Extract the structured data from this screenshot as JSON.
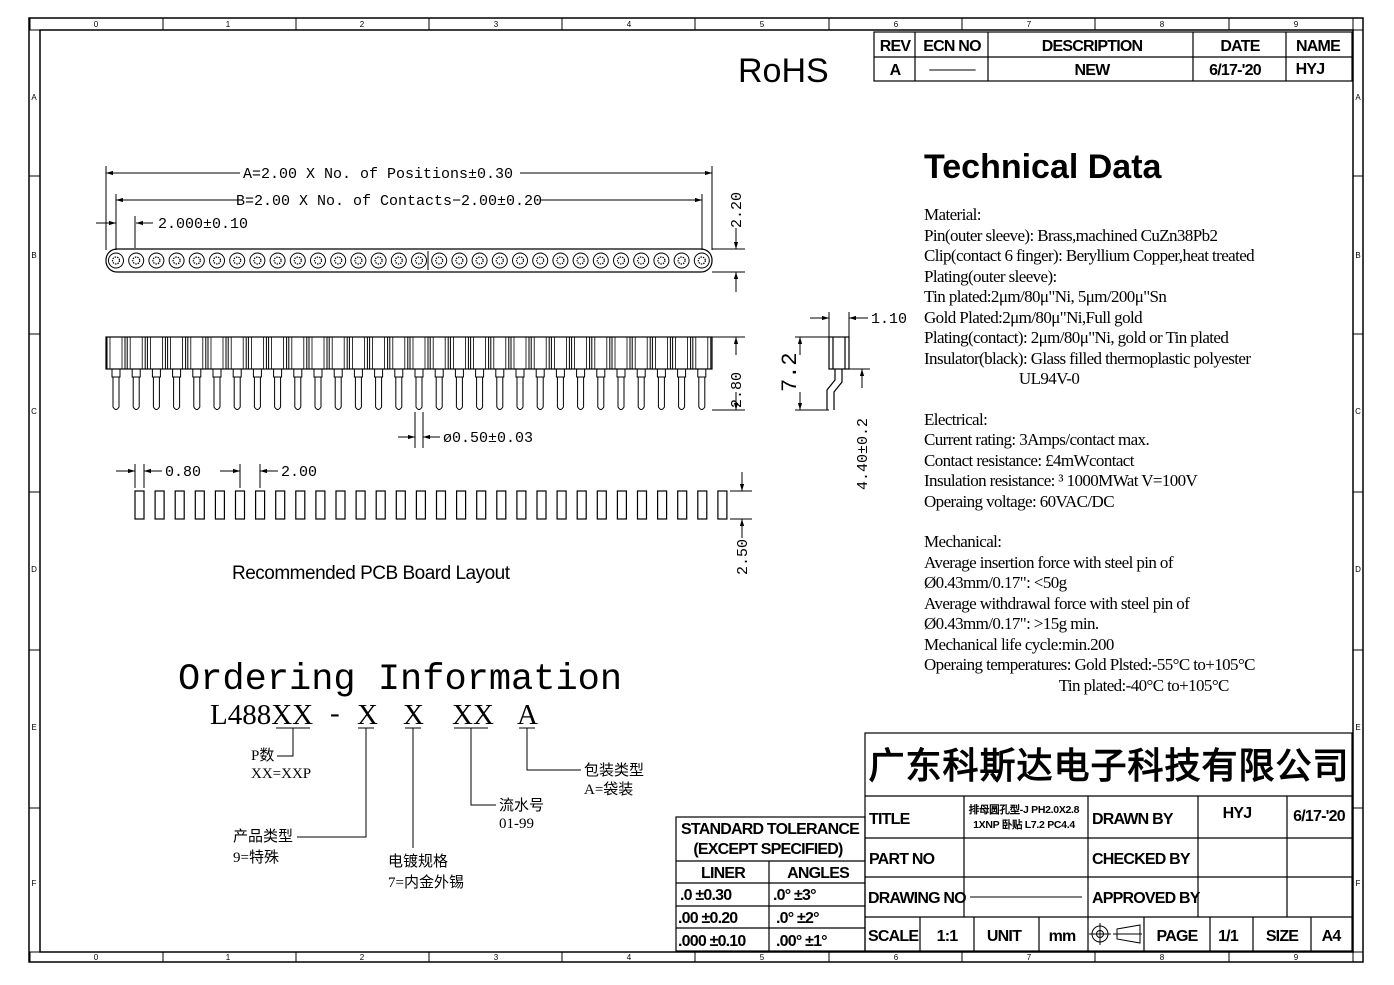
{
  "border": {
    "cols": [
      "0",
      "1",
      "2",
      "3",
      "4",
      "5",
      "6",
      "7",
      "8",
      "9"
    ],
    "rows": [
      "A",
      "B",
      "C",
      "D",
      "E",
      "F"
    ]
  },
  "rohs": "RoHS",
  "revision_table": {
    "headers": [
      "REV",
      "ECN NO",
      "DESCRIPTION",
      "DATE",
      "NAME"
    ],
    "row": [
      "A",
      "———",
      "NEW",
      "6/17-'20",
      "HYJ"
    ]
  },
  "drawing": {
    "dim_a": "A=2.00 X No. of Positions±0.30",
    "dim_b": "B=2.00 X No. of Contacts−2.00±0.20",
    "dim_pitch": "2.000±0.10",
    "dim_height_top": "2.20",
    "dim_side_width": "1.10",
    "dim_side_height": "7.2",
    "dim_pin_len": "2.80",
    "dim_pin_dia": "ø0.50±0.03",
    "dim_tail": "4.40±0.2",
    "pcb_pad_w": "0.80",
    "pcb_pitch": "2.00",
    "pcb_height": "2.50",
    "pcb_caption": "Recommended PCB Board Layout"
  },
  "ordering": {
    "title": "Ordering Information",
    "code_parts": [
      "L488XX",
      "-",
      "X",
      "X",
      "XX",
      "A"
    ],
    "p_label": "P数",
    "p_value": "XX=XXP",
    "product_label": "产品类型",
    "product_value": "9=特殊",
    "plating_label": "电镀规格",
    "plating_value": "7=内金外锡",
    "serial_label": "流水号",
    "serial_value": "01-99",
    "pack_label": "包装类型",
    "pack_value": "A=袋装"
  },
  "tech": {
    "title": "Technical Data",
    "material": [
      "Material:",
      "Pin(outer sleeve): Brass,machined CuZn38Pb2",
      "Clip(contact 6 finger): Beryllium Copper,heat treated",
      "Plating(outer sleeve):",
      "Tin plated:2μm/80μ\"Ni, 5μm/200μ\"Sn",
      "Gold Plated:2μm/80μ\"Ni,Full gold",
      "Plating(contact): 2μm/80μ\"Ni, gold or Tin plated",
      "Insulator(black): Glass filled thermoplastic polyester",
      "                          UL94V-0"
    ],
    "electrical": [
      "Electrical:",
      "Current rating: 3Amps/contact max.",
      "Contact resistance: £4mWcontact",
      "Insulation resistance: ³ 1000MWat V=100V",
      "Operaing voltage: 60VAC/DC"
    ],
    "mechanical": [
      "Mechanical:",
      "Average insertion force with steel pin of",
      "Ø0.43mm/0.17\": <50g",
      "Average withdrawal force with steel pin of",
      "Ø0.43mm/0.17\": >15g min.",
      "Mechanical life cycle:min.200",
      "Operaing temperatures: Gold Plsted:-55°C to+105°C",
      "                                     Tin plated:-40°C to+105°C"
    ]
  },
  "tolerance": {
    "title1": "STANDARD TOLERANCE",
    "title2": "(EXCEPT  SPECIFIED)",
    "col_liner": "LINER",
    "col_angles": "ANGLES",
    "rows": [
      [
        ".0  ±0.30",
        ".0°  ±3°"
      ],
      [
        ".00  ±0.20",
        ".0°  ±2°"
      ],
      [
        ".000 ±0.10",
        ".00° ±1°"
      ]
    ]
  },
  "title_block": {
    "company": "广东科斯达电子科技有限公司",
    "title_label": "TITLE",
    "title_value_1": "排母圆孔型-J PH2.0X2.8",
    "title_value_2": "1XNP 卧贴  L7.2 PC4.4",
    "drawn_by_label": "DRAWN BY",
    "drawn_by": "HYJ",
    "drawn_date": "6/17-'20",
    "part_no_label": "PART NO",
    "checked_by_label": "CHECKED BY",
    "drawing_no_label": "DRAWING NO",
    "approved_by_label": "APPROVED BY",
    "scale_label": "SCALE",
    "scale": "1:1",
    "unit_label": "UNIT",
    "unit": "mm",
    "page_label": "PAGE",
    "page": "1/1",
    "size_label": "SIZE",
    "size": "A4"
  }
}
